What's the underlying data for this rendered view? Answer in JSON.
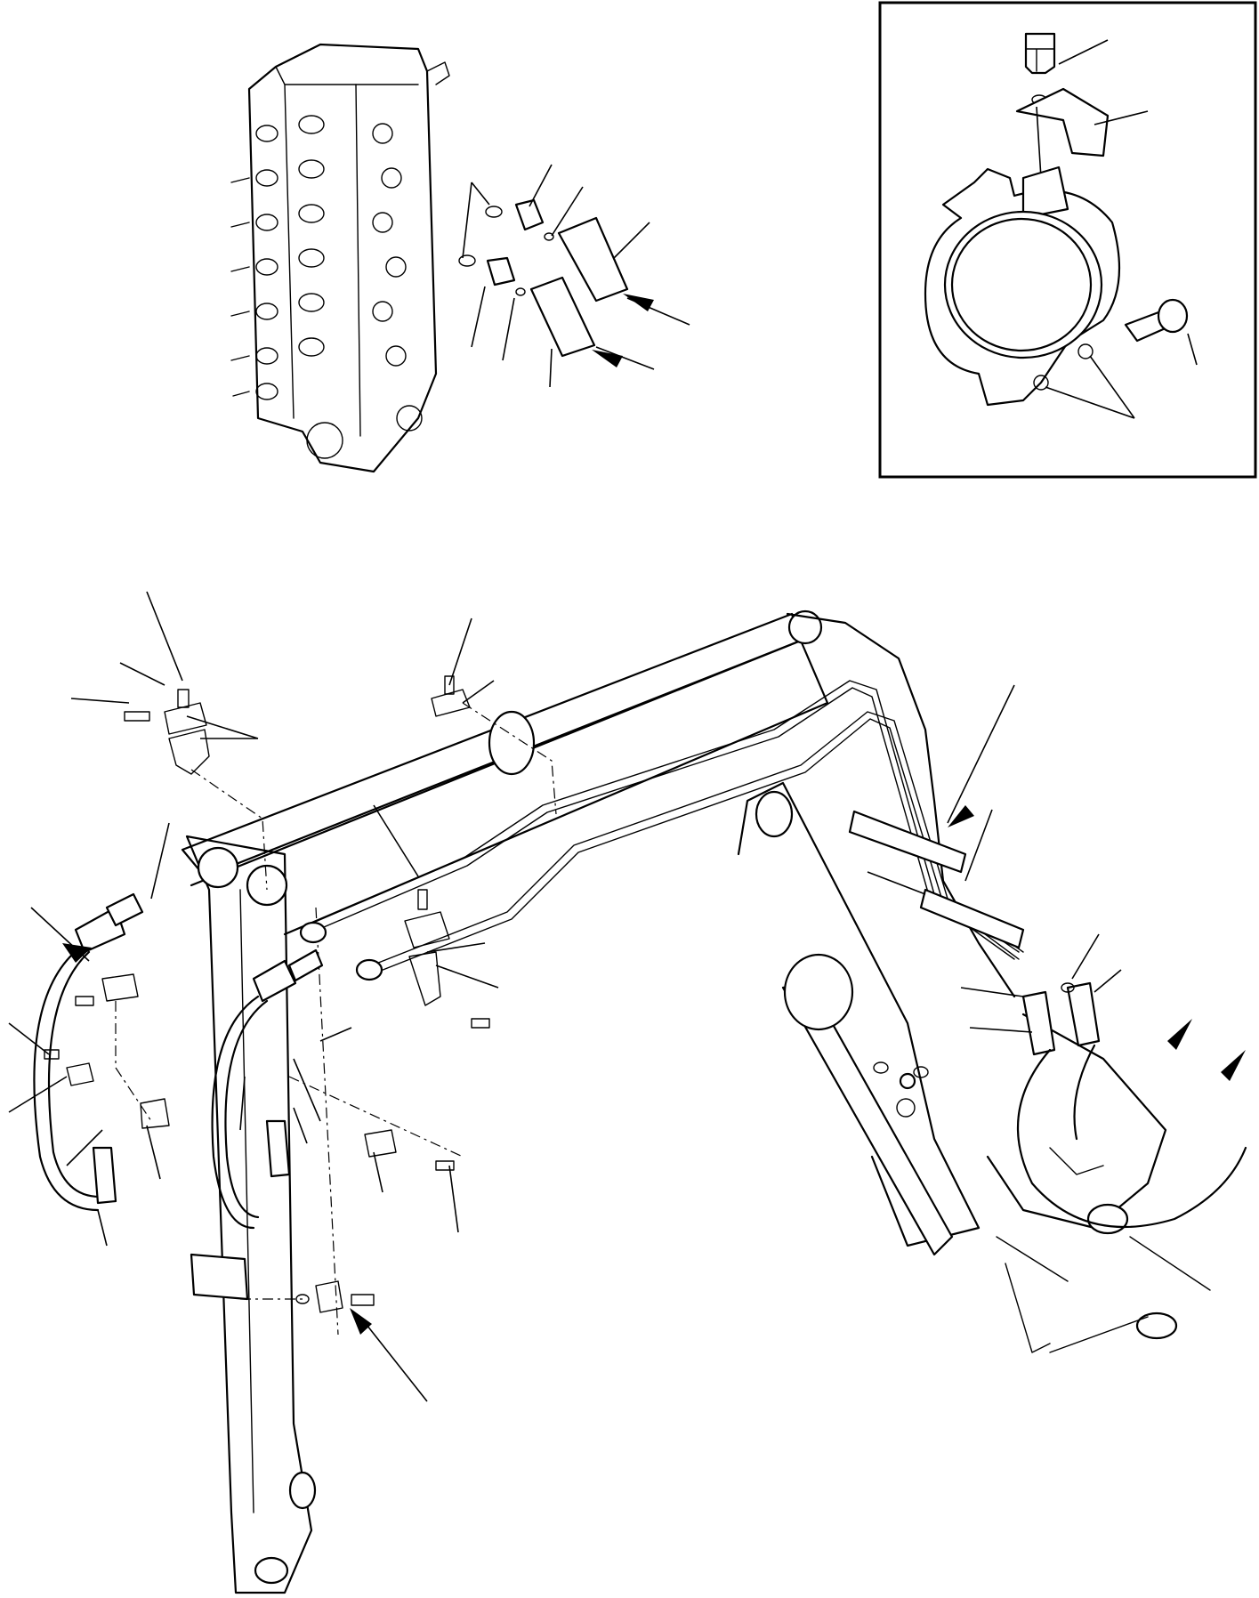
{
  "figure": {
    "type": "exploded-parts-diagram",
    "printed_text": [],
    "views": [
      "control-valve-fittings",
      "pipe-clamp-detail-inset",
      "boom-and-arm-piping"
    ],
    "colors": {
      "line": "#000000",
      "background": "#ffffff"
    }
  }
}
